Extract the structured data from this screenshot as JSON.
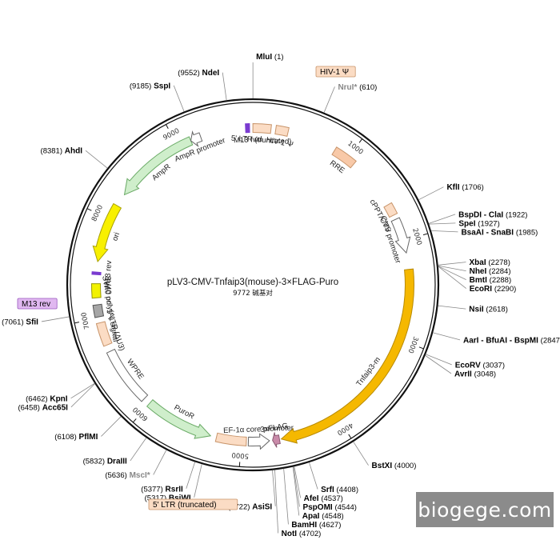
{
  "title": "pLV3-CMV-Tnfaip3(mouse)-3×FLAG-Puro",
  "subtitle": "9772 碱基对",
  "watermark": "biogege.com",
  "total_bp": 9772,
  "ticks": [
    {
      "bp": 1000,
      "label": "1000"
    },
    {
      "bp": 2000,
      "label": "2000"
    },
    {
      "bp": 3000,
      "label": "3000"
    },
    {
      "bp": 4000,
      "label": "4000"
    },
    {
      "bp": 5000,
      "label": "5000"
    },
    {
      "bp": 6000,
      "label": "6000"
    },
    {
      "bp": 7000,
      "label": "7000"
    },
    {
      "bp": 8000,
      "label": "8000"
    },
    {
      "bp": 9000,
      "label": "9000"
    }
  ],
  "features": [
    {
      "name": "5' LTR (truncated)",
      "start": 1,
      "end": 181,
      "dir": 0,
      "color": "#fbdcc4",
      "stroke": "#c8946a"
    },
    {
      "name": "HIV-1 Ψ",
      "start": 228,
      "end": 353,
      "dir": 0,
      "color": "#fbdcc4",
      "stroke": "#c8946a"
    },
    {
      "name": "RRE",
      "start": 850,
      "end": 1083,
      "dir": 0,
      "color": "#f8c9a8",
      "stroke": "#c8946a"
    },
    {
      "name": "cPPT/CTS",
      "start": 1612,
      "end": 1729,
      "dir": 0,
      "color": "#fbdcc4",
      "stroke": "#c8946a"
    },
    {
      "name": "CMV promoter",
      "start": 1775,
      "end": 2124,
      "dir": 1,
      "color": "#ffffff",
      "stroke": "#666666"
    },
    {
      "name": "Tnfaip3-m",
      "start": 2290,
      "end": 4602,
      "dir": 1,
      "color": "#f5b800",
      "stroke": "#b88a00"
    },
    {
      "name": "3xFLAG",
      "start": 4620,
      "end": 4690,
      "dir": 1,
      "color": "#c98aa9",
      "stroke": "#8a5a72"
    },
    {
      "name": "EF-1α core promoter",
      "start": 4720,
      "end": 4930,
      "dir": -1,
      "color": "#ffffff",
      "stroke": "#666666"
    },
    {
      "name": "",
      "start": 4950,
      "end": 5250,
      "dir": 0,
      "color": "#fbdcc4",
      "stroke": "#c8946a"
    },
    {
      "name": "PuroR",
      "start": 5310,
      "end": 6000,
      "dir": -1,
      "color": "#cfeecb",
      "stroke": "#6aaa66"
    },
    {
      "name": "WPRE",
      "start": 6070,
      "end": 6650,
      "dir": 0,
      "color": "#ffffff",
      "stroke": "#666666"
    },
    {
      "name": "3' LTR (ΔU3)",
      "start": 6720,
      "end": 6950,
      "dir": 0,
      "color": "#fbdcc4",
      "stroke": "#c8946a"
    },
    {
      "name": "SV40 poly(A) signal",
      "start": 7010,
      "end": 7130,
      "dir": 0,
      "color": "#a6a6a6",
      "stroke": "#555555"
    },
    {
      "name": "SV40 ori",
      "start": 7200,
      "end": 7340,
      "dir": 0,
      "color": "#f2f200",
      "stroke": "#999900"
    },
    {
      "name": "M13 rev",
      "start": 7430,
      "end": 7455,
      "dir": 0,
      "color": "#7a3bd0",
      "stroke": "#7a3bd0"
    },
    {
      "name": "ori",
      "start": 7560,
      "end": 8150,
      "dir": -1,
      "color": "#f8f000",
      "stroke": "#a8a000"
    },
    {
      "name": "AmpR",
      "start": 8280,
      "end": 9140,
      "dir": -1,
      "color": "#cfeecb",
      "stroke": "#6aaa66"
    },
    {
      "name": "AmpR promoter",
      "start": 9140,
      "end": 9245,
      "dir": -1,
      "color": "#ffffff",
      "stroke": "#666666"
    },
    {
      "name": "M13 fwd",
      "start": 9700,
      "end": 9740,
      "dir": 0,
      "color": "#7a3bd0",
      "stroke": "#7a3bd0"
    }
  ],
  "sites": [
    {
      "name": "MluI",
      "pos": "(1)",
      "bp": 1,
      "side": "top"
    },
    {
      "name": "NruI*",
      "pos": "(610)",
      "bp": 610,
      "side": "right",
      "gray": true
    },
    {
      "name": "KflI",
      "pos": "(1706)",
      "bp": 1706,
      "side": "right"
    },
    {
      "name": "BspDI - ClaI",
      "pos": "(1922)",
      "bp": 1922,
      "side": "right"
    },
    {
      "name": "SpeI",
      "pos": "(1927)",
      "bp": 1927,
      "side": "right"
    },
    {
      "name": "BsaAI - SnaBI",
      "pos": "(1985)",
      "bp": 1985,
      "side": "right"
    },
    {
      "name": "XbaI",
      "pos": "(2278)",
      "bp": 2278,
      "side": "right"
    },
    {
      "name": "NheI",
      "pos": "(2284)",
      "bp": 2284,
      "side": "right"
    },
    {
      "name": "BmtI",
      "pos": "(2288)",
      "bp": 2288,
      "side": "right"
    },
    {
      "name": "EcoRI",
      "pos": "(2290)",
      "bp": 2290,
      "side": "right"
    },
    {
      "name": "NsiI",
      "pos": "(2618)",
      "bp": 2618,
      "side": "right"
    },
    {
      "name": "AarI - BfuAI - BspMI",
      "pos": "(2847)",
      "bp": 2847,
      "side": "right"
    },
    {
      "name": "EcoRV",
      "pos": "(3037)",
      "bp": 3037,
      "side": "right"
    },
    {
      "name": "AvrII",
      "pos": "(3048)",
      "bp": 3048,
      "side": "right"
    },
    {
      "name": "BstXI",
      "pos": "(4000)",
      "bp": 4000,
      "side": "right"
    },
    {
      "name": "SrfI",
      "pos": "(4408)",
      "bp": 4408,
      "side": "right"
    },
    {
      "name": "AfeI",
      "pos": "(4537)",
      "bp": 4537,
      "side": "right"
    },
    {
      "name": "PspOMI",
      "pos": "(4544)",
      "bp": 4544,
      "side": "right"
    },
    {
      "name": "ApaI",
      "pos": "(4548)",
      "bp": 4548,
      "side": "right"
    },
    {
      "name": "BamHI",
      "pos": "(4627)",
      "bp": 4627,
      "side": "right"
    },
    {
      "name": "NotI",
      "pos": "(4702)",
      "bp": 4702,
      "side": "right"
    },
    {
      "name": "AsiSI",
      "pos": "(4722)",
      "bp": 4722,
      "side": "left"
    },
    {
      "name": "BsiWI",
      "pos": "(5317)",
      "bp": 5317,
      "side": "left"
    },
    {
      "name": "RsrII",
      "pos": "(5377)",
      "bp": 5377,
      "side": "left"
    },
    {
      "name": "MscI*",
      "pos": "(5636)",
      "bp": 5636,
      "side": "left",
      "gray": true
    },
    {
      "name": "DraIII",
      "pos": "(5832)",
      "bp": 5832,
      "side": "left"
    },
    {
      "name": "PflMI",
      "pos": "(6108)",
      "bp": 6108,
      "side": "left"
    },
    {
      "name": "Acc65I",
      "pos": "(6458)",
      "bp": 6458,
      "side": "left"
    },
    {
      "name": "KpnI",
      "pos": "(6462)",
      "bp": 6462,
      "side": "left"
    },
    {
      "name": "SfiI",
      "pos": "(7061)",
      "bp": 7061,
      "side": "left"
    },
    {
      "name": "AhdI",
      "pos": "(8381)",
      "bp": 8381,
      "side": "left"
    },
    {
      "name": "SspI",
      "pos": "(9185)",
      "bp": 9185,
      "side": "left"
    },
    {
      "name": "NdeI",
      "pos": "(9552)",
      "bp": 9552,
      "side": "left"
    }
  ],
  "boxed_labels": [
    {
      "text": "HIV-1 Ψ",
      "color": "#fbdcc4",
      "stroke": "#c8946a"
    },
    {
      "text": "5' LTR (truncated)",
      "color": "#fbdcc4",
      "stroke": "#c8946a"
    },
    {
      "text": "M13 rev",
      "color": "#e0b8f0",
      "stroke": "#9a5ac0"
    }
  ]
}
